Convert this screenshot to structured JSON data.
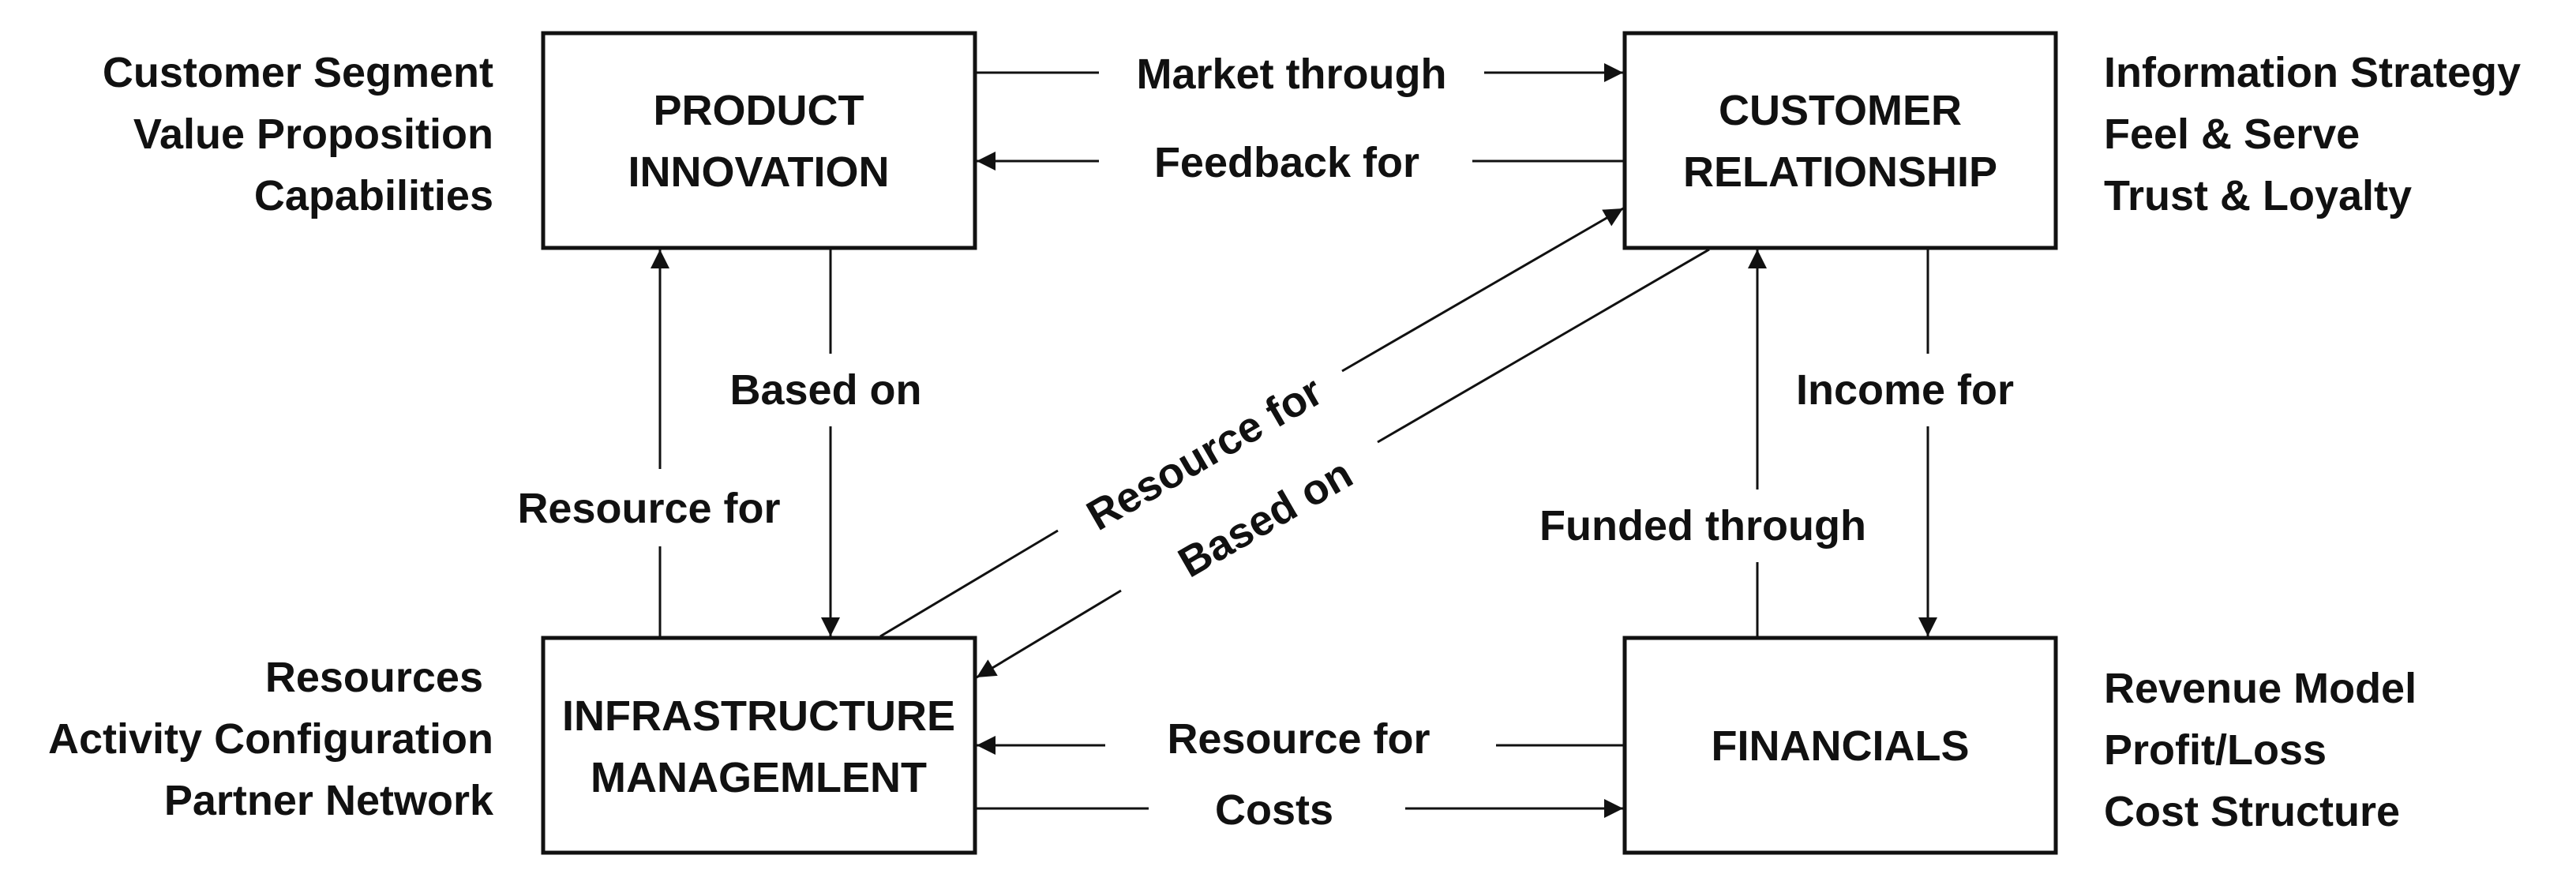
{
  "boxes": {
    "product_innovation": {
      "line1": "PRODUCT",
      "line2": "INNOVATION"
    },
    "customer_relationship": {
      "line1": "CUSTOMER",
      "line2": "RELATIONSHIP"
    },
    "infrastructure_management": {
      "line1": "INFRASTRUCTURE",
      "line2": "MANAGEMLENT"
    },
    "financials": {
      "line1": "FINANCIALS"
    }
  },
  "side_labels": {
    "product_innovation": [
      "Customer Segment",
      "Value Proposition",
      "Capabilities"
    ],
    "customer_relationship": [
      "Information Strategy",
      "Feel & Serve",
      "Trust & Loyalty"
    ],
    "infrastructure_management": [
      "Resources",
      "Activity Configuration",
      "Partner Network"
    ],
    "financials": [
      "Revenue Model",
      "Profit/Loss",
      "Cost Structure"
    ]
  },
  "edges": {
    "market_through": "Market through",
    "feedback_for": "Feedback for",
    "based_on_vertical": "Based on",
    "resource_for_vertical": "Resource for",
    "resource_for_diagonal": "Resource for",
    "based_on_diagonal": "Based on",
    "income_for": "Income for",
    "funded_through": "Funded through",
    "resource_for_bottom": "Resource for",
    "costs": "Costs"
  },
  "colors": {
    "line": "#111111",
    "text": "#111111",
    "background": "#ffffff"
  }
}
